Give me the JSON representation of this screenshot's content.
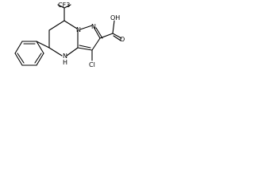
{
  "molecule": {
    "labels": {
      "cf3": "CF3",
      "cooh": "OH",
      "carbonyl_o": "O",
      "chlorine": "Cl",
      "n_ring_1": "N",
      "n_ring_2": "N",
      "nh": "H",
      "nh_n": "N"
    }
  }
}
